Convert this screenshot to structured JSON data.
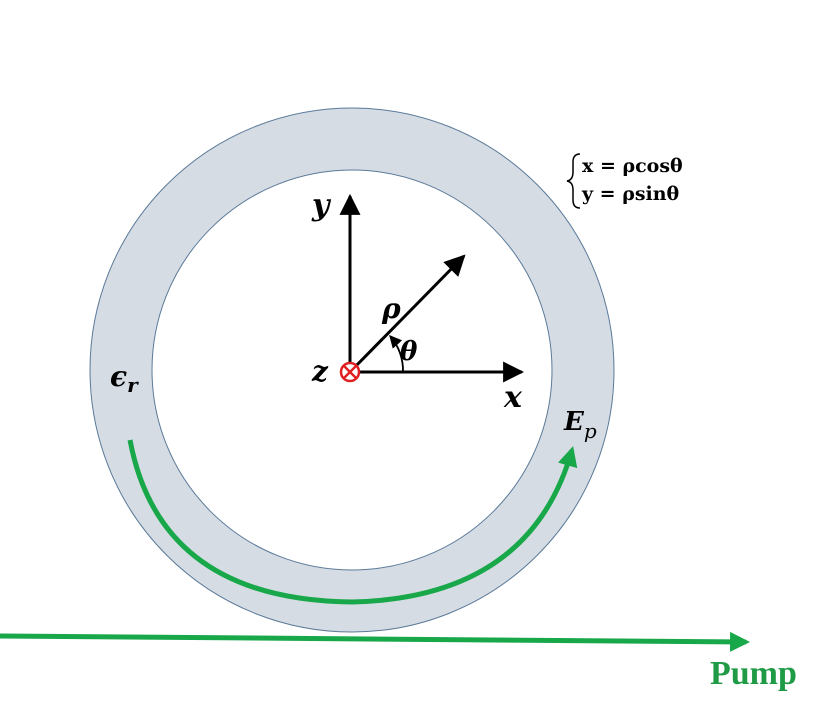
{
  "diagram": {
    "labels": {
      "y_axis": "y",
      "x_axis": "x",
      "z_axis": "z",
      "rho": "ρ",
      "theta": "θ",
      "permittivity_symbol": "ϵ",
      "permittivity_sub": "r",
      "field_symbol": "E",
      "field_sub": "p",
      "pump": "Pump"
    },
    "equations": {
      "line1": "x = ρcosθ",
      "line2": "y = ρsinθ"
    },
    "colors": {
      "ring_fill": "#d6dce4",
      "ring_stroke": "#5b7a99",
      "axis": "#000000",
      "green_arrow": "#18a84a",
      "pump_text": "#1f9a45",
      "z_marker": "#e02020"
    }
  }
}
